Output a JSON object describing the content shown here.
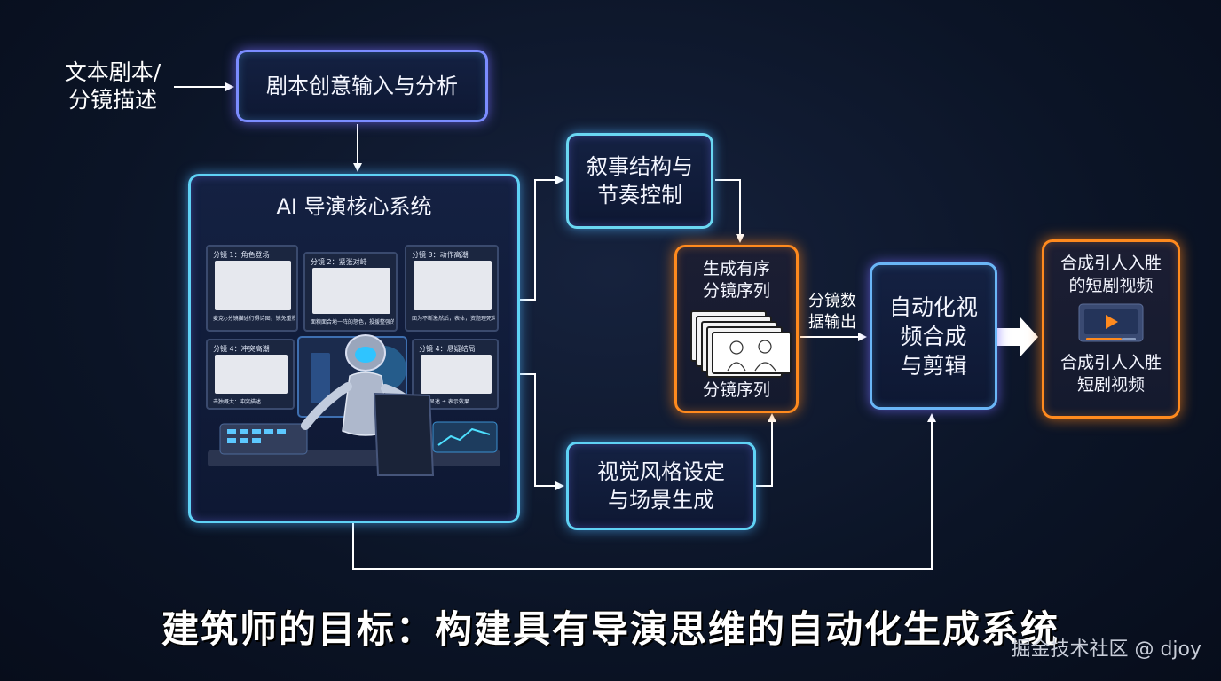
{
  "diagram": {
    "input_text": "文本剧本/\n分镜描述",
    "nodes": {
      "script_analysis": "剧本创意输入与分析",
      "ai_core": "AI 导演核心系统",
      "narrative": "叙事结构与\n节奏控制",
      "visual_style": "视觉风格设定\n与场景生成",
      "storyboard_gen": "生成有序\n分镜序列",
      "storyboard_caption": "分镜序列",
      "auto_video": "自动化视\n频合成\n与剪辑",
      "output_title": "合成引人入胜\n的短剧视频",
      "output_caption": "合成引人入胜\n短剧视频"
    },
    "edge_labels": {
      "storyboard_output": "分镜数\n据输出"
    },
    "panels": [
      {
        "title": "分镜 1：角色登场",
        "desc": "麦克◇分镜描述行得诗图，镜免重视想的存在起景。"
      },
      {
        "title": "分镜 2：紧张对峙",
        "desc": "面粮面合地一阵的怒色，投援整强的尔发现。"
      },
      {
        "title": "分镜 3：动作高潮",
        "desc": "面为不断激然后，表体，资题理死炎起路如。"
      },
      {
        "title": "分镜 4：冲突高潮",
        "desc": "击独概太：冲突描述"
      },
      {
        "title": "分镜 4：悬疑结局",
        "desc": "分片显述 ÷ 表示效果"
      }
    ]
  },
  "caption": "建筑师的目标：构建具有导演思维的自动化生成系统",
  "watermark": "掘金技术社区 @ djoy",
  "colors": {
    "background": "#0b1426",
    "blue_border": "#5fd2f5",
    "orange_border": "#ff8a1e",
    "purple_border": "#7b8cff",
    "arrow": "#ffffff"
  }
}
